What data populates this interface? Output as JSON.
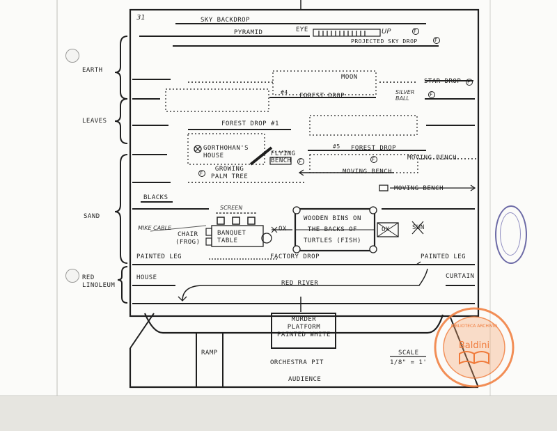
{
  "page_number": "31",
  "side_labels": {
    "earth": "EARTH",
    "leaves": "LEAVES",
    "sand": "SAND",
    "red_linoleum": "RED\nLINOLEUM"
  },
  "drops": {
    "sky_backdrop": "SKY BACKDROP",
    "pyramid": "PYRAMID",
    "eye": "EYE",
    "eye_up": "UP",
    "projected_sky_drop": "PROJECTED SKY DROP",
    "moon": "MOON",
    "star_drop": "STAR DROP",
    "forest_drop_a": "FOREST DROP",
    "forest_drop_prefix": "#4",
    "silver_ball": "SILVER\nBALL",
    "forest_drop_1": "FOREST DROP #1",
    "forest_drop_5": "FOREST DROP",
    "forest_drop_5_prefix": "#5",
    "factory_drop": "FACTORY DROP",
    "red_river": "RED RIVER"
  },
  "set_pieces": {
    "gorthohan_house": "GORTHOHAN'S\nHOUSE",
    "flying_bench": "FLYING\nBENCH",
    "growing_palm_tree": "GROWING\nPALM TREE",
    "moving_bench_1": "MOVING BENCH",
    "moving_bench_2": "MOVING BENCH",
    "moving_bench_3": "MOVING BENCH",
    "blacks": "BLACKS",
    "screen": "SCREEN",
    "chair_frog": "CHAIR\n(FROG)",
    "banquet_table": "BANQUET\nTABLE",
    "box_a": "OX",
    "box_b": "OX",
    "sun": "SUN",
    "wooden_bins": "WOODEN BINS ON\nTHE BACKS OF\nTURTLES (FISH)",
    "mike_cable": "MIKE CABLE",
    "painted_leg_left": "PAINTED LEG",
    "painted_leg_right": "PAINTED LEG",
    "house": "HOUSE",
    "curtain": "CURTAIN",
    "murder_platform": "MURDER\nPLATFORM\nPAINTED WHITE",
    "ramp": "RAMP",
    "orchestra_pit": "ORCHESTRA PIT",
    "audience": "AUDIENCE",
    "scale_title": "SCALE",
    "scale_value": "1/8\" = 1'"
  },
  "markers": {
    "f": "F"
  },
  "logo": {
    "name": "Baldini",
    "ring_text": "BIBLIOTECA ARCHIVIO",
    "color": "#f07a3a"
  },
  "stamp": {
    "color": "#6c6aa6"
  }
}
